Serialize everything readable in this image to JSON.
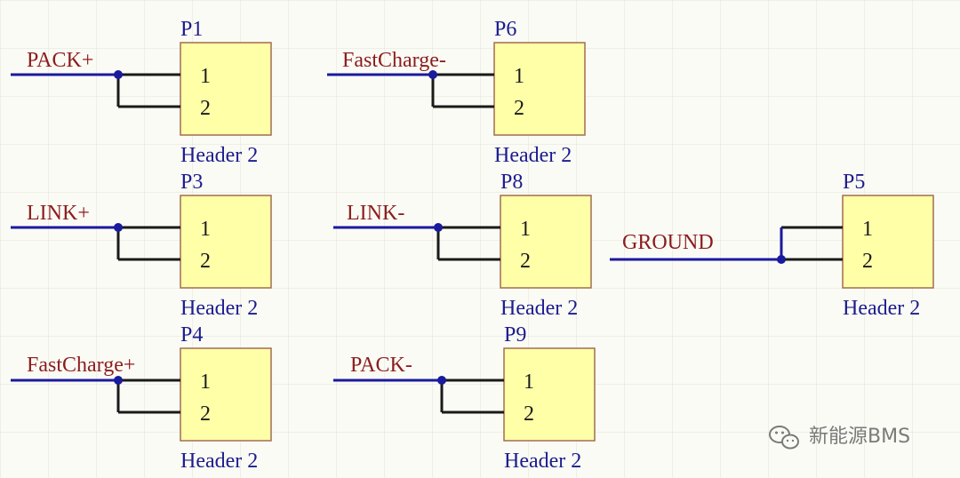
{
  "colors": {
    "background": "#fbfbf5",
    "grid": "#e3e3dc",
    "body_fill": "#ffffa8",
    "body_stroke": "#a06e50",
    "wire": "#1a1a9e",
    "lead": "#1a1a1a",
    "junction": "#1a1a9e",
    "net_label": "#8b1d1d",
    "designator": "#1c1c8e",
    "watermark": "#7a7a7a"
  },
  "components": [
    {
      "id": "P1",
      "designator": "P1",
      "value": "Header 2",
      "pins": [
        "1",
        "2"
      ],
      "net": "PACK+"
    },
    {
      "id": "P6",
      "designator": "P6",
      "value": "Header 2",
      "pins": [
        "1",
        "2"
      ],
      "net": "FastCharge-"
    },
    {
      "id": "P3",
      "designator": "P3",
      "value": "Header 2",
      "pins": [
        "1",
        "2"
      ],
      "net": "LINK+"
    },
    {
      "id": "P8",
      "designator": "P8",
      "value": "Header 2",
      "pins": [
        "1",
        "2"
      ],
      "net": "LINK-"
    },
    {
      "id": "P5",
      "designator": "P5",
      "value": "Header 2",
      "pins": [
        "1",
        "2"
      ],
      "net": "GROUND"
    },
    {
      "id": "P4",
      "designator": "P4",
      "value": "Header 2",
      "pins": [
        "1",
        "2"
      ],
      "net": "FastCharge+"
    },
    {
      "id": "P9",
      "designator": "P9",
      "value": "Header 2",
      "pins": [
        "1",
        "2"
      ],
      "net": "PACK-"
    }
  ],
  "watermark": {
    "icon": "wechat-icon",
    "text": "新能源BMS"
  }
}
